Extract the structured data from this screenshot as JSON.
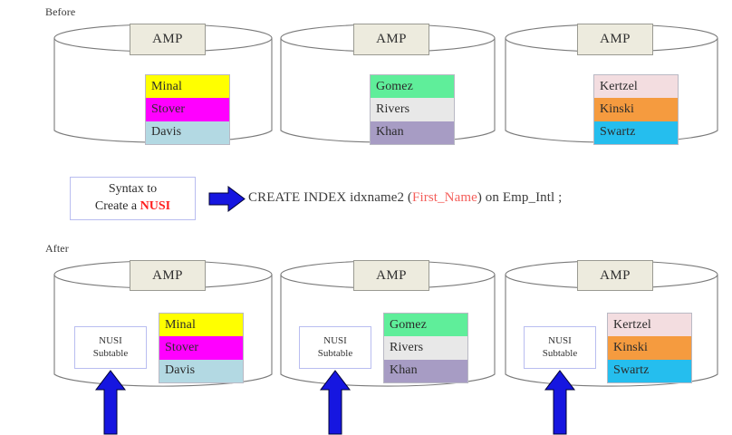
{
  "sections": {
    "before": {
      "label": "Before"
    },
    "after": {
      "label": "After"
    }
  },
  "amp": {
    "label": "AMP"
  },
  "nusi_subtable": {
    "line1": "NUSI",
    "line2": "Subtable"
  },
  "syntax_box": {
    "line1": "Syntax to",
    "line2_prefix": "Create a ",
    "line2_keyword": "NUSI"
  },
  "sql": {
    "part1": "CREATE INDEX idxname2 (",
    "highlight": "First_Name",
    "part2": ") on Emp_Intl ;"
  },
  "icons": {
    "right_arrow": "right-arrow-icon",
    "up_arrow": "up-arrow-icon",
    "cylinder": "database-cylinder-icon"
  },
  "colors": {
    "arrow_blue": "#1616e0",
    "amp_fill": "#EDEBDE",
    "cylinder_stroke": "#7a7a7a",
    "nusi_red": "#ff2020",
    "sql_highlight_red": "#f4605c"
  },
  "amps": [
    {
      "id": "amp-1",
      "rows": [
        {
          "name": "Minal",
          "color": "#FFFF00"
        },
        {
          "name": "Stover",
          "color": "#FF00FF"
        },
        {
          "name": "Davis",
          "color": "#B3D9E3"
        }
      ]
    },
    {
      "id": "amp-2",
      "rows": [
        {
          "name": "Gomez",
          "color": "#5FEE9A"
        },
        {
          "name": "Rivers",
          "color": "#E8E8E8"
        },
        {
          "name": "Khan",
          "color": "#A79CC4"
        }
      ]
    },
    {
      "id": "amp-3",
      "rows": [
        {
          "name": "Kertzel",
          "color": "#F3DDE0"
        },
        {
          "name": "Kinski",
          "color": "#F59B3F"
        },
        {
          "name": "Swartz",
          "color": "#25BEEE"
        }
      ]
    }
  ]
}
